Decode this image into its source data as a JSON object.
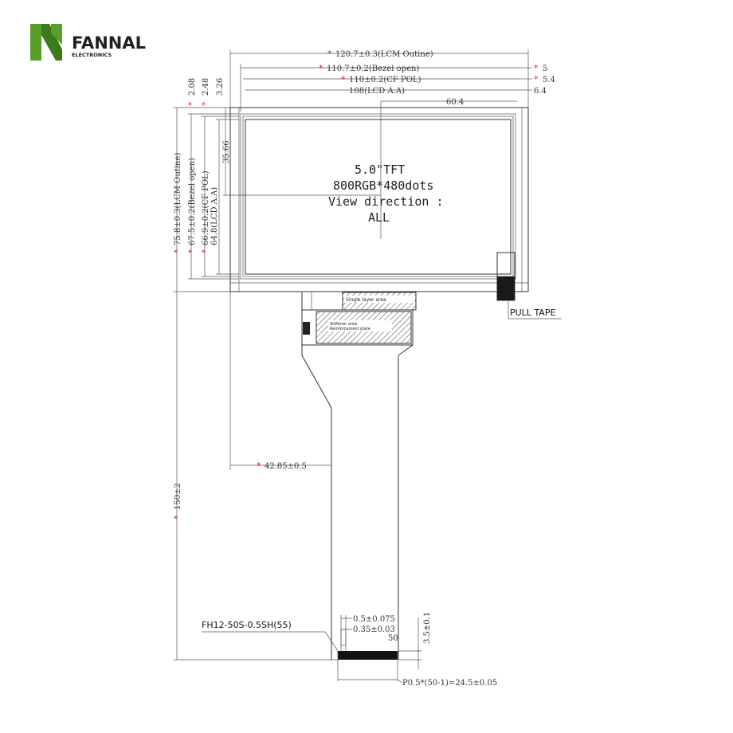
{
  "brand": {
    "name": "FANNAL",
    "sub": "ELECTRONICS",
    "colors": {
      "green": "#5a9e2a",
      "dark": "#1f1f1f"
    }
  },
  "panel": {
    "line1": "5.0\"TFT",
    "line2": "800RGB*480dots",
    "line3": "View direction :",
    "line4": "ALL"
  },
  "dims_top": {
    "lcm_outline": "120.7±0.3(LCM Outine)",
    "bezel_open": "110.7±0.2(Bezel open)",
    "cf_pol": "110±0.2(CF POL)",
    "lcd_aa": "108(LCD A.A)",
    "center_offset": "60.4",
    "right_1": "5",
    "right_2": "5.4",
    "right_3": "6.4"
  },
  "dims_left": {
    "top_1": "2.08",
    "top_2": "2.48",
    "top_3": "3.26",
    "center_offset": "35.66",
    "lcm_outline": "75.8±0.3(LCM Outine)",
    "bezel_open": "67.5±0.2(Bezel open)",
    "cf_pol": "66.9±0.2(CF POL)",
    "lcd_aa": "64.8(LCD A.A)",
    "total_length": "150±2"
  },
  "fpc": {
    "offset": "42.85±0.5",
    "connector": "FH12-50S-0.5SH(55)",
    "pitch_width": "0.5±0.075",
    "lead_width": "0.35±0.03",
    "pin_count": "50",
    "tail_height": "3.5±0.1",
    "pitch_total": "P0.5*(50-1)=24.5±0.05",
    "label_1": "Single layer area",
    "label_2": "Stiffener area",
    "label_3": "Reinforcement plate"
  },
  "pull_tape": "PULL TAPE",
  "star": "*"
}
